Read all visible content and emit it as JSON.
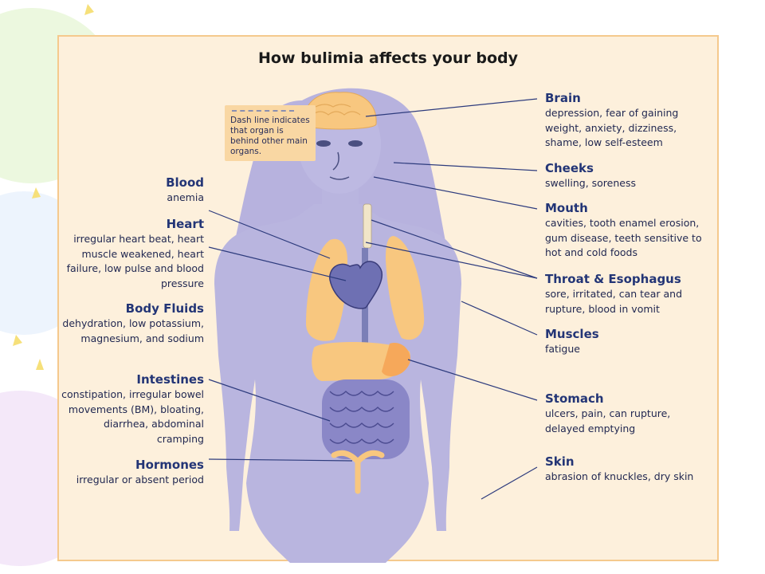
{
  "title": "How bulimia affects your body",
  "note": "Dash line indicates that organ is behind other main organs.",
  "labels": {
    "brain": {
      "title": "Brain",
      "desc": "depression, fear of gaining weight, anxiety, dizziness, shame, low self-esteem"
    },
    "cheeks": {
      "title": "Cheeks",
      "desc": "swelling, soreness"
    },
    "mouth": {
      "title": "Mouth",
      "desc": "cavities, tooth enamel erosion, gum disease, teeth sensitive to hot and cold foods"
    },
    "throat": {
      "title": "Throat & Esophagus",
      "desc": "sore, irritated, can tear and rupture, blood in vomit"
    },
    "muscles": {
      "title": "Muscles",
      "desc": "fatigue"
    },
    "stomach": {
      "title": "Stomach",
      "desc": "ulcers, pain, can rupture, delayed emptying"
    },
    "skin": {
      "title": "Skin",
      "desc": "abrasion of knuckles, dry skin"
    },
    "blood": {
      "title": "Blood",
      "desc": "anemia"
    },
    "heart": {
      "title": "Heart",
      "desc": "irregular heart beat, heart muscle weakened, heart failure, low pulse and blood pressure"
    },
    "fluids": {
      "title": "Body Fluids",
      "desc": "dehydration, low potassium, magnesium, and sodium"
    },
    "intestines": {
      "title": "Intestines",
      "desc": "constipation, irregular bowel movements (BM), bloating, diarrhea, abdominal cramping"
    },
    "hormones": {
      "title": "Hormones",
      "desc": "irregular or absent period"
    }
  },
  "colors": {
    "panel": "#fdf0dc",
    "body": "#b9b5df",
    "organ": "#f8c77f",
    "line": "#2d3b7d"
  }
}
